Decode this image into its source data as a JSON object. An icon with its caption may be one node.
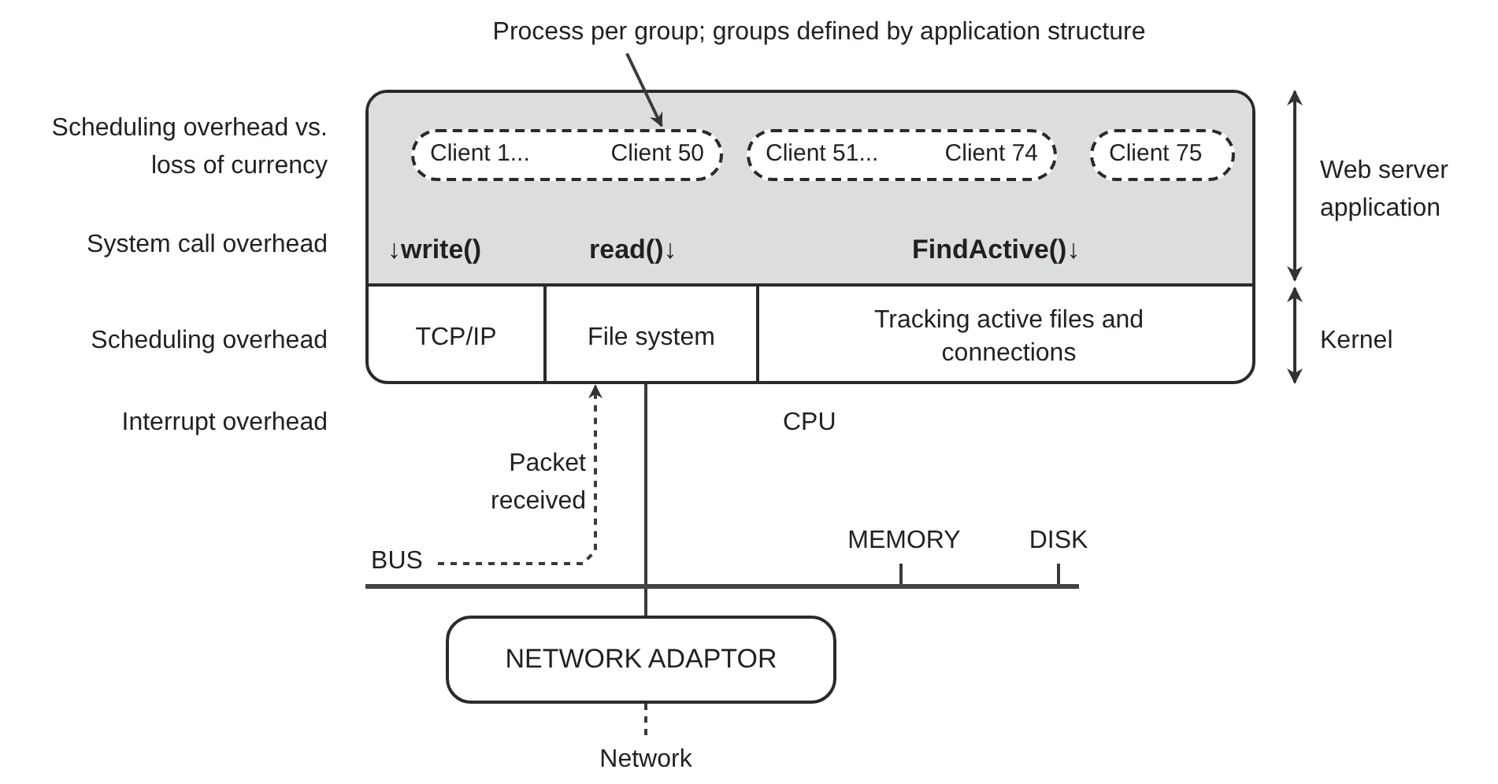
{
  "diagram": {
    "nodes": [
      {
        "text": [],
        "shape": "box"
      },
      {
        "text": [
          "↓**write()**",
          "**read()**↓",
          "**FindActive()**↓"
        ],
        "in": 0
      },
      {
        "text": [
          "Client 1...",
          "Client 50"
        ],
        "in": 1
      },
      {
        "text": [
          "Client 51...",
          "Client 74"
        ],
        "in": 1
      },
      {
        "text": [
          "Client 75"
        ],
        "in": 1
      },
      {
        "text": [
          "TCP/IP"
        ],
        "in": 0
      },
      {
        "text": [
          "File system"
        ],
        "in": 0
      },
      {
        "text": [
          "Tracking active files and connections"
        ],
        "in": 0
      },
      {
        "text": [
          "Process per group; groups defined by application structure"
        ]
      },
      {
        "text": [
          "BUS"
        ]
      },
      {
        "text": [],
        "shape": "bar"
      },
      {
        "text": [
          "MEMORY"
        ]
      },
      {
        "text": [
          "DISK"
        ]
      },
      {
        "text": [
          "NETWORK ADAPTOR"
        ]
      },
      {
        "text": [
          "Network"
        ]
      }
    ],
    "edges": [
      {
        "from": 8,
        "to": 2,
        "arrow": "to"
      },
      {
        "from": 9,
        "to": 6,
        "arrow": "to",
        "style": "dashed",
        "label": "Packet received"
      },
      {
        "from": 0,
        "to": 10,
        "arrow": "none"
      },
      {
        "from": 10,
        "to": 13,
        "arrow": "none"
      },
      {
        "from": 11,
        "to": 10,
        "arrow": "none"
      },
      {
        "from": 12,
        "to": 10,
        "arrow": "none"
      },
      {
        "from": 13,
        "to": 14,
        "arrow": "none",
        "style": "dashed"
      }
    ],
    "labels": [
      "Scheduling overhead vs. loss of currency",
      "System call overhead",
      "Scheduling overhead",
      "Interrupt overhead",
      "CPU",
      "Web server application",
      "Kernel"
    ]
  }
}
